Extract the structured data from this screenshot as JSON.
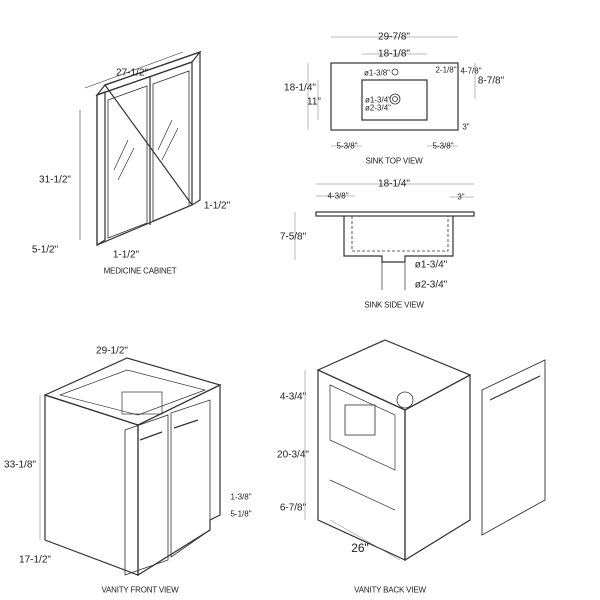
{
  "medicine_cabinet": {
    "width": "27-1/2\"",
    "height": "31-1/2\"",
    "door_depth": "1-1/2\"",
    "depth": "5-1/2\"",
    "front_depth": "1-1/2\"",
    "caption": "MEDICINE CABINET"
  },
  "sink_top": {
    "overall_width": "29-7/8\"",
    "basin_width": "18-1/8\"",
    "overall_depth": "18-1/4\"",
    "basin_depth": "11\"",
    "faucet_hole": "ø1-3/8\"",
    "faucet_offset": "2-1/8\"",
    "drain_offset": "4-7/8\"",
    "drain_center": "8-7/8\"",
    "drain_inner": "ø1-3/4\"",
    "drain_outer": "ø2-3/4\"",
    "front_margin": "3\"",
    "left_margin": "5-3/8\"",
    "right_margin": "5-3/8\"",
    "caption": "SINK TOP VIEW"
  },
  "sink_side": {
    "overall": "18-1/4\"",
    "back_offset": "4-3/8\"",
    "front_offset": "3\"",
    "height": "7-5/8\"",
    "drain_inner": "ø1-3/4\"",
    "drain_outer": "ø2-3/4\"",
    "caption": "SINK SIDE VIEW"
  },
  "vanity_front": {
    "width": "29-1/2\"",
    "height": "33-1/8\"",
    "toe_gap": "1-3/8\"",
    "toe_height": "5-1/8\"",
    "depth": "17-1/2\"",
    "caption": "VANITY FRONT VIEW"
  },
  "vanity_back": {
    "top_rail": "4-3/4\"",
    "opening": "20-3/4\"",
    "bottom": "6-7/8\"",
    "width": "26\"",
    "caption": "VANITY BACK VIEW"
  }
}
